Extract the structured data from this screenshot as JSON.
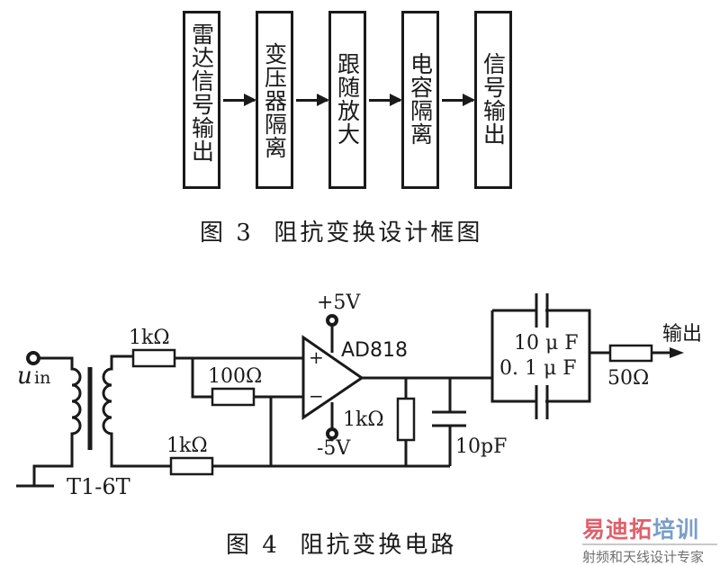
{
  "figure3": {
    "blocks": [
      {
        "label": "雷达信号输出"
      },
      {
        "label": "变压器隔离"
      },
      {
        "label": "跟随放大"
      },
      {
        "label": "电容隔离"
      },
      {
        "label": "信号输出"
      }
    ],
    "caption": "图 3  阻抗变换设计框图"
  },
  "figure4": {
    "input_label": "u",
    "input_subscript": "in",
    "transformer_label": "T1-6T",
    "r_top": "1kΩ",
    "r_feedback": "100Ω",
    "r_bottom": "1kΩ",
    "supply_pos": "+5V",
    "supply_neg": "-5V",
    "opamp_label": "AD818",
    "opamp_plus": "+",
    "opamp_minus": "−",
    "r_load": "1kΩ",
    "c_load": "10pF",
    "c_couple_1": "10 μ F",
    "c_couple_2": "0. 1 μ F",
    "r_out": "50Ω",
    "output_label": "输出",
    "caption": "图 4  阻抗变换电路"
  },
  "watermark": {
    "title_part1": "易迪拓",
    "title_part2": "培训",
    "subtitle": "射频和天线设计专家",
    "color_red": "#e0606a",
    "color_blue": "#7a9ec8"
  }
}
